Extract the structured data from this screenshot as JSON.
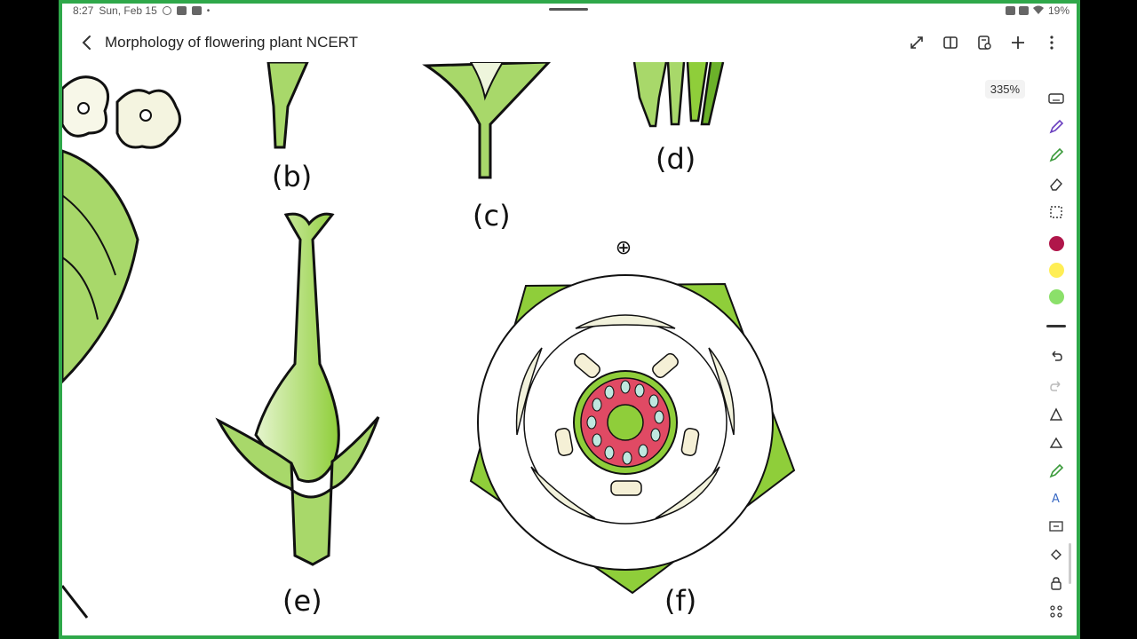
{
  "status": {
    "time": "8:27",
    "date": "Sun, Feb 15",
    "battery": "19%"
  },
  "titlebar": {
    "title": "Morphology of flowering plant NCERT"
  },
  "canvas": {
    "zoom": "335%",
    "labels": {
      "b": "(b)",
      "c": "(c)",
      "d": "(d)",
      "e": "(e)",
      "f": "(f)"
    }
  },
  "colors": {
    "frame_border": "#2fa84a",
    "leaf_green": "#8fce3a",
    "light_green": "#c9e89a",
    "ovary_pink": "#e04a64",
    "swatch_maroon": "#b0164a",
    "swatch_yellow": "#ffee55",
    "swatch_green": "#8be06a"
  },
  "toolbar": {
    "tools": [
      "keyboard-icon",
      "pen-icon",
      "highlighter-icon",
      "eraser-icon",
      "lasso-select-icon",
      "undo-icon",
      "redo-icon",
      "shape-icon",
      "auto-shape-icon",
      "text-pen-icon",
      "text-box-icon",
      "fill-icon",
      "lock-icon",
      "more-tools-icon"
    ]
  }
}
